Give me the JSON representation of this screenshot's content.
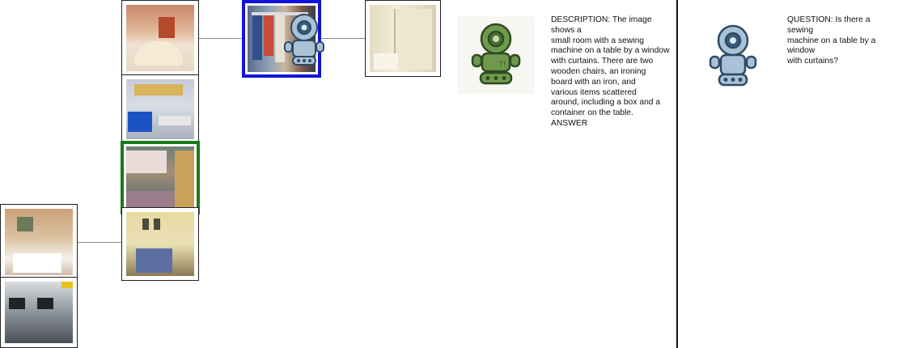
{
  "tree": {
    "root_thumbnail": "reception lobby",
    "selected_thumbnail": "closet with clothes",
    "branch_thumbnail": "shower room",
    "column2": [
      "classroom",
      "bunk bed room",
      "bedroom with bed"
    ],
    "leaf_thumbnails": [
      "hotel bedroom",
      "computer room"
    ]
  },
  "agent1": {
    "description_text": "DESCRIPTION: The image shows a\nsmall room with a sewing\nmachine on a table by a window\nwith curtains. There are two\nwooden chairs, an ironing\nboard with an iron, and\nvarious items scattered\naround, including a box and a\ncontainer on the table.\nANSWER",
    "icon": "green-robot-icon"
  },
  "agent2": {
    "question_text": "QUESTION: Is there a sewing\nmachine on a table by a window\nwith curtains?",
    "icon": "blue-robot-icon"
  },
  "colors": {
    "selected_border": "#1212d8",
    "path_border": "#1a7a1a",
    "divider": "#111111",
    "robot_green": "#6f9a4e",
    "robot_blue": "#a9c2d6"
  }
}
